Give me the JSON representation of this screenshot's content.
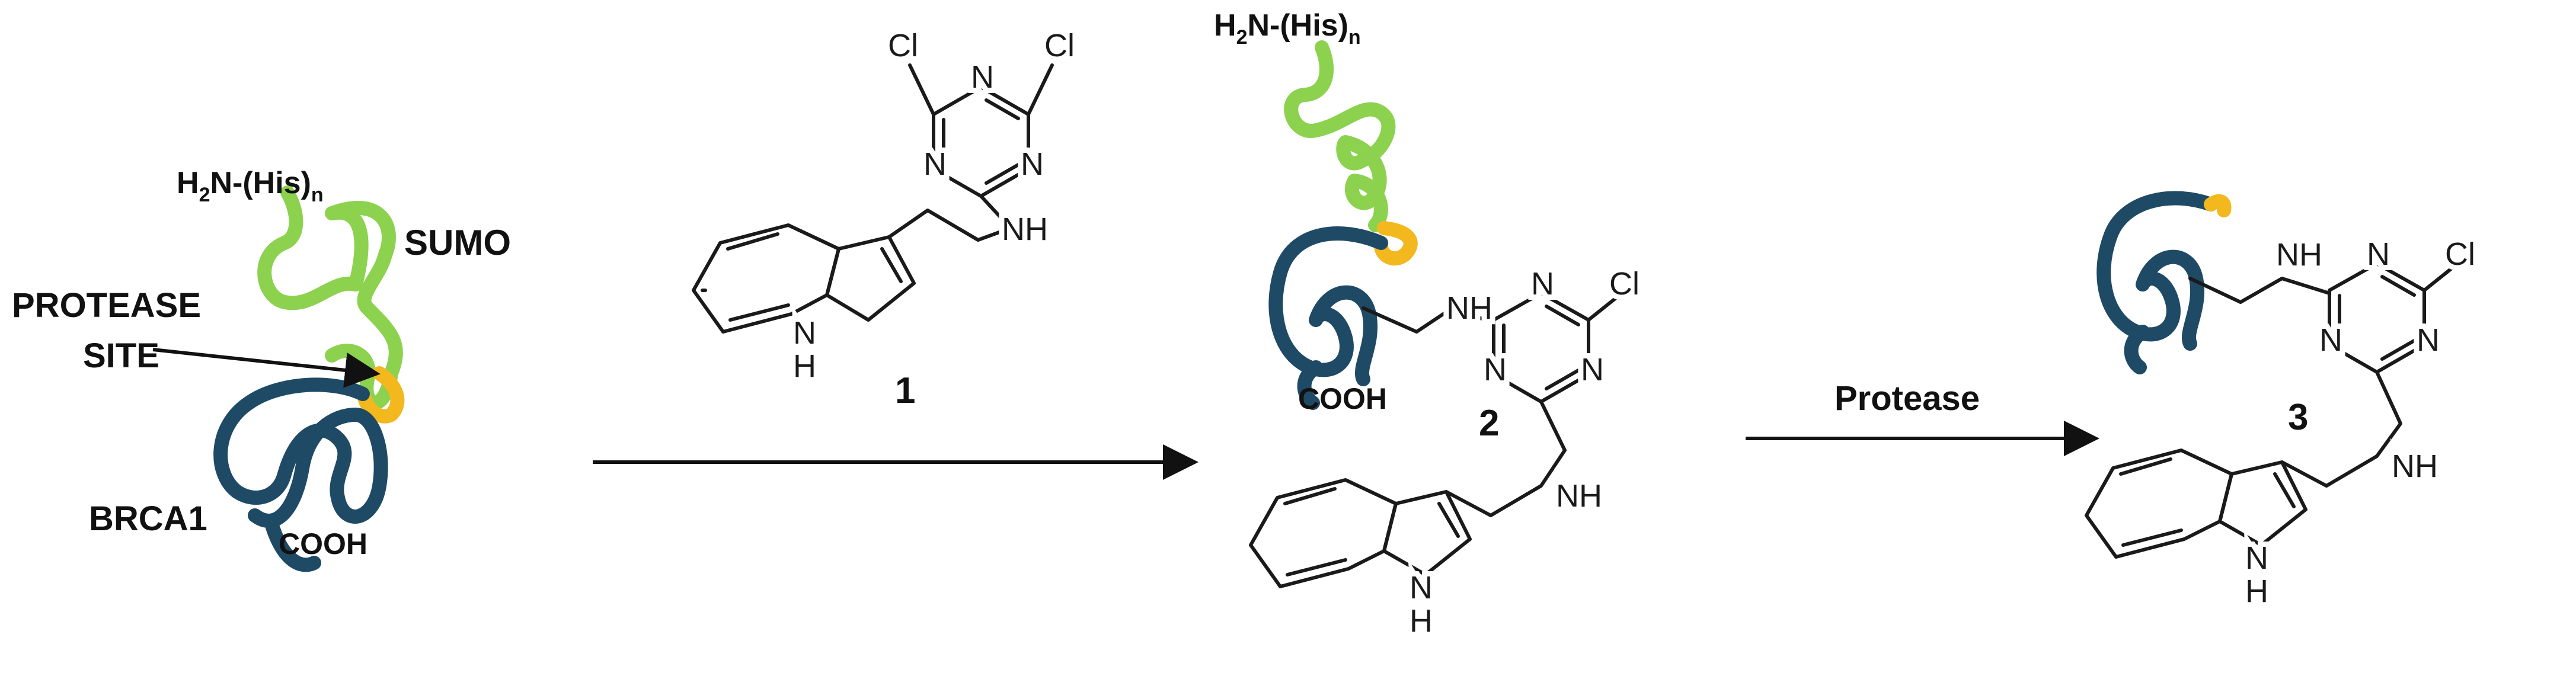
{
  "colors": {
    "sumo": "#8CD24E",
    "brca1": "#1F4A66",
    "protease_site": "#F2B81E",
    "bond": "#1a1a1a"
  },
  "labels": {
    "his_tag_main": "H",
    "his_tag_sub2": "2",
    "his_tag_rest": "N-(His)",
    "his_tag_subn": "n",
    "sumo": "SUMO",
    "protease_site_line1": "PROTEASE",
    "protease_site_line2": "SITE",
    "brca1": "BRCA1",
    "cooh": "COOH",
    "protease": "Protease"
  },
  "compounds": {
    "c1": "1",
    "c2": "2",
    "c3": "3"
  },
  "atoms": {
    "cl": "Cl",
    "n": "N",
    "nh": "NH",
    "h": "H"
  }
}
